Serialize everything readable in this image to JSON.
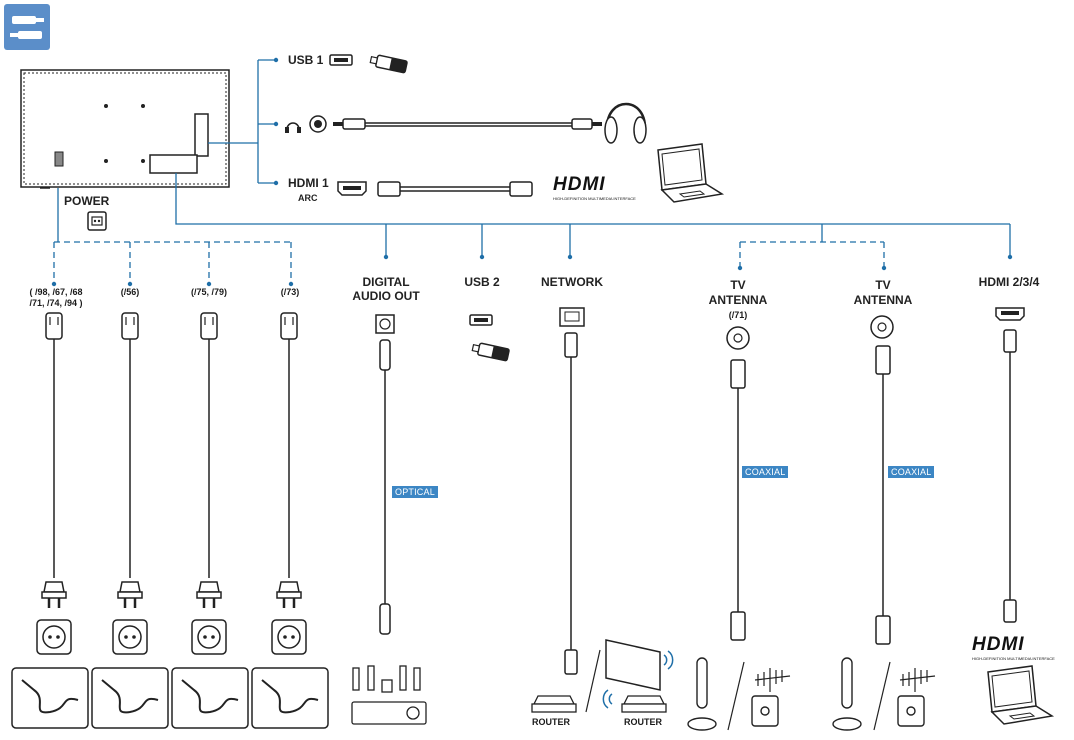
{
  "labels": {
    "usb1": "USB 1",
    "hdmi1": "HDMI 1",
    "arc": "ARC",
    "power": "POWER",
    "digital_audio_out_1": "DIGITAL",
    "digital_audio_out_2": "AUDIO OUT",
    "usb2": "USB 2",
    "network": "NETWORK",
    "tv_antenna_1_a": "TV",
    "tv_antenna_1_b": "ANTENNA",
    "tv_antenna_1_variant": "(/71)",
    "tv_antenna_2_a": "TV",
    "tv_antenna_2_b": "ANTENNA",
    "hdmi234": "HDMI 2/3/4"
  },
  "power_variants": {
    "v1_line1": "( /98, /67, /68",
    "v1_line2": "/71, /74, /94 )",
    "v2": "(/56)",
    "v3": "(/75, /79)",
    "v4": "(/73)"
  },
  "cable_tags": {
    "optical": "OPTICAL",
    "coaxial_1": "COAXIAL",
    "coaxial_2": "COAXIAL"
  },
  "router_labels": {
    "router_1": "ROUTER",
    "router_2": "ROUTER"
  },
  "logos": {
    "hdmi_top": "HDMI",
    "hdmi_bottom": "HDMI",
    "hdmi_tagline": "HIGH-DEFINITION MULTIMEDIA INTERFACE"
  },
  "colors": {
    "line_blue": "#1f6fa8",
    "tag_blue": "#3c86c4",
    "icon_blue": "#5b8ec9"
  }
}
